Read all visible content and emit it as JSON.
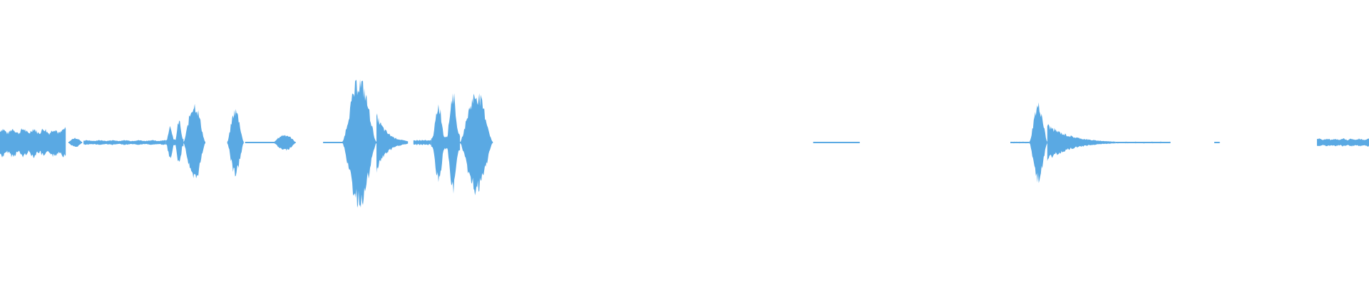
{
  "waveform": {
    "color": "#5aa9e3",
    "background": "#ffffff",
    "segments": [
      {
        "start": 0.0,
        "end": 0.048,
        "amp": 0.11,
        "shape": "plateau"
      },
      {
        "start": 0.05,
        "end": 0.06,
        "amp": 0.035,
        "shape": "swell"
      },
      {
        "start": 0.061,
        "end": 0.121,
        "amp": 0.018,
        "shape": "plateau"
      },
      {
        "start": 0.121,
        "end": 0.134,
        "amp": 0.19,
        "shape": "double"
      },
      {
        "start": 0.134,
        "end": 0.15,
        "amp": 0.3,
        "shape": "burst"
      },
      {
        "start": 0.166,
        "end": 0.178,
        "amp": 0.25,
        "shape": "burst"
      },
      {
        "start": 0.179,
        "end": 0.2,
        "amp": 0.005,
        "shape": "plateau"
      },
      {
        "start": 0.2,
        "end": 0.216,
        "amp": 0.06,
        "shape": "swell"
      },
      {
        "start": 0.236,
        "end": 0.25,
        "amp": 0.004,
        "shape": "plateau"
      },
      {
        "start": 0.25,
        "end": 0.275,
        "amp": 0.48,
        "shape": "burst"
      },
      {
        "start": 0.275,
        "end": 0.298,
        "amp": 0.22,
        "shape": "decay"
      },
      {
        "start": 0.302,
        "end": 0.315,
        "amp": 0.02,
        "shape": "plateau"
      },
      {
        "start": 0.315,
        "end": 0.336,
        "amp": 0.42,
        "shape": "double"
      },
      {
        "start": 0.336,
        "end": 0.36,
        "amp": 0.38,
        "shape": "burst"
      },
      {
        "start": 0.594,
        "end": 0.628,
        "amp": 0.004,
        "shape": "plateau"
      },
      {
        "start": 0.738,
        "end": 0.752,
        "amp": 0.006,
        "shape": "plateau"
      },
      {
        "start": 0.752,
        "end": 0.765,
        "amp": 0.29,
        "shape": "burst"
      },
      {
        "start": 0.765,
        "end": 0.815,
        "amp": 0.14,
        "shape": "decay"
      },
      {
        "start": 0.815,
        "end": 0.855,
        "amp": 0.006,
        "shape": "plateau"
      },
      {
        "start": 0.887,
        "end": 0.891,
        "amp": 0.004,
        "shape": "plateau"
      },
      {
        "start": 0.962,
        "end": 1.0,
        "amp": 0.03,
        "shape": "plateau"
      }
    ]
  }
}
